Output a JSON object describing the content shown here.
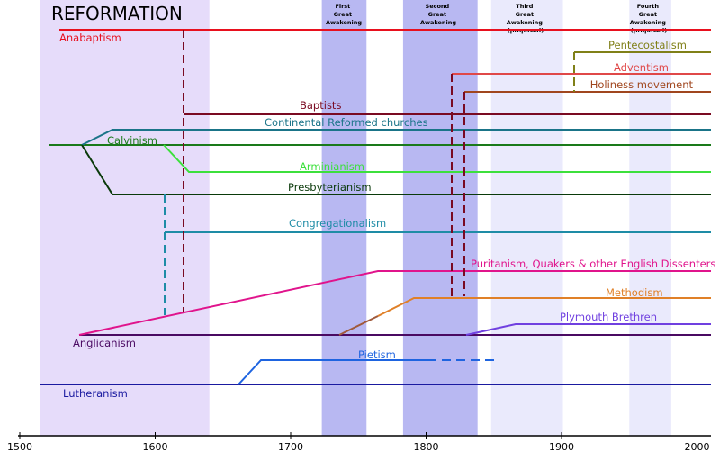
{
  "title": "REFORMATION",
  "axis": {
    "start": 1500,
    "end": 2000,
    "ticks": [
      1500,
      1600,
      1700,
      1800,
      1900,
      2000
    ],
    "tick_labels": [
      "1500",
      "1600",
      "1700",
      "1800",
      "1900",
      "2000"
    ]
  },
  "periods": [
    {
      "name": "Reformation",
      "from": 1515,
      "to": 1640,
      "color": "#e6dcfa",
      "label_lines": []
    },
    {
      "name": "First Great Awakening",
      "from": 1723,
      "to": 1756,
      "color": "#b8b8f2",
      "label_lines": [
        "First",
        "Great",
        "Awakening"
      ]
    },
    {
      "name": "Second Great Awakening",
      "from": 1783,
      "to": 1838,
      "color": "#b8b8f2",
      "label_lines": [
        "Second",
        "Great",
        "Awakening"
      ]
    },
    {
      "name": "Third Great Awakening (proposed)",
      "from": 1848,
      "to": 1901,
      "color": "#eaeafc",
      "label_lines": [
        "Third",
        "Great",
        "Awakening",
        "(proposed)"
      ]
    },
    {
      "name": "Fourth Great Awakening (proposed)",
      "from": 1950,
      "to": 1981,
      "color": "#eaeafc",
      "label_lines": [
        "Fourth",
        "Great",
        "Awakening",
        "(proposed)"
      ]
    }
  ],
  "traditions": [
    {
      "id": "anabaptism",
      "label": "Anabaptism",
      "color": "#e8101e"
    },
    {
      "id": "pentecostalism",
      "label": "Pentecostalism",
      "color": "#808018"
    },
    {
      "id": "adventism",
      "label": "Adventism",
      "color": "#e04848"
    },
    {
      "id": "holiness",
      "label": "Holiness movement",
      "color": "#a0461e"
    },
    {
      "id": "baptists",
      "label": "Baptists",
      "color": "#7a0a22"
    },
    {
      "id": "continental",
      "label": "Continental Reformed churches",
      "color": "#1a7488"
    },
    {
      "id": "calvinism",
      "label": "Calvinism",
      "color": "#1a7a1a"
    },
    {
      "id": "arminianism",
      "label": "Arminianism",
      "color": "#3ce03c"
    },
    {
      "id": "presbyterianism",
      "label": "Presbyterianism",
      "color": "#0a3a0a"
    },
    {
      "id": "congregationalism",
      "label": "Congregationalism",
      "color": "#1e8ca6"
    },
    {
      "id": "puritanism",
      "label": "Puritanism, Quakers & other English Dissenters",
      "color": "#e0148c"
    },
    {
      "id": "methodism",
      "label": "Methodism",
      "color": "#e08028"
    },
    {
      "id": "plymouth",
      "label": "Plymouth Brethren",
      "color": "#7040e0"
    },
    {
      "id": "anglicanism",
      "label": "Anglicanism",
      "color": "#4a0a62"
    },
    {
      "id": "pietism",
      "label": "Pietism",
      "color": "#1e64e0"
    },
    {
      "id": "lutheranism",
      "label": "Lutheranism",
      "color": "#1a1aa0"
    }
  ]
}
